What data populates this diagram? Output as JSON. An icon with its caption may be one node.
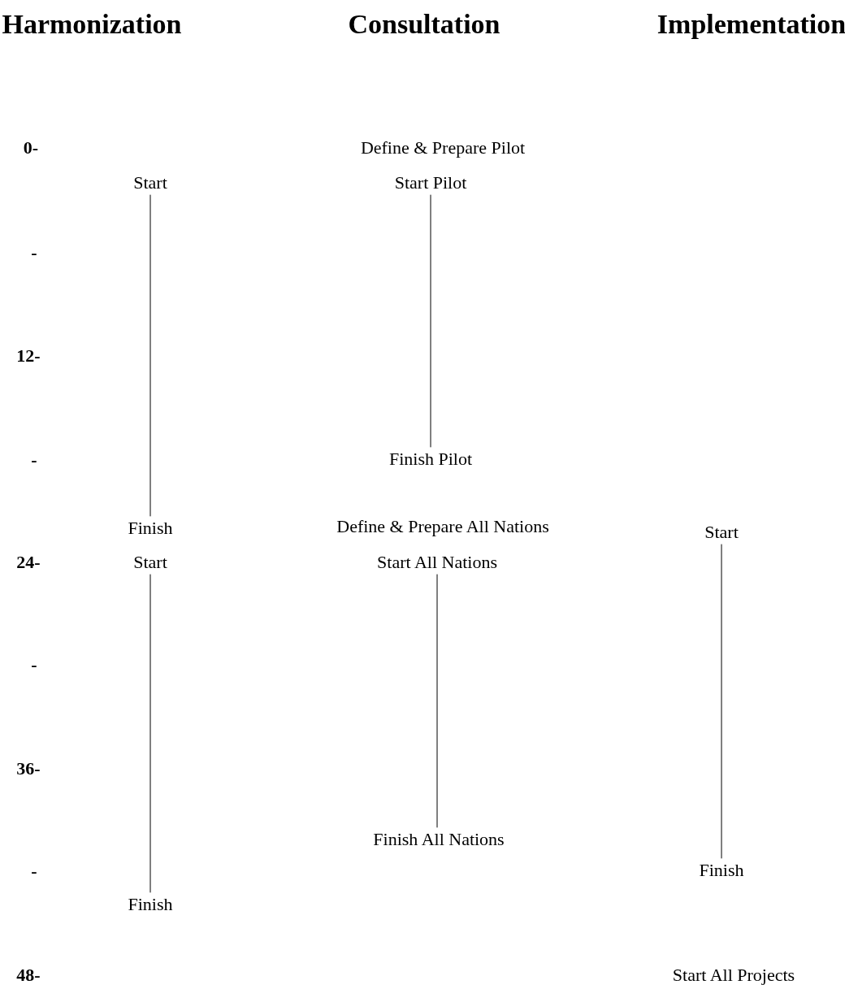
{
  "diagram": {
    "nodes": [
      {
        "text": [
          "Start"
        ]
      },
      {
        "text": [
          "Start Pilot"
        ]
      },
      {
        "text": [
          "Finish Pilot"
        ]
      },
      {
        "text": [
          "Finish"
        ]
      },
      {
        "text": [
          "Start"
        ]
      },
      {
        "text": [
          "Start"
        ]
      },
      {
        "text": [
          "Start All Nations"
        ]
      },
      {
        "text": [
          "Finish All Nations"
        ]
      },
      {
        "text": [
          "Finish"
        ]
      },
      {
        "text": [
          "Finish"
        ]
      }
    ],
    "edges": [
      {
        "from": 0,
        "to": 3,
        "arrow": "none"
      },
      {
        "from": 1,
        "to": 2,
        "arrow": "none"
      },
      {
        "from": 5,
        "to": 9,
        "arrow": "none"
      },
      {
        "from": 6,
        "to": 7,
        "arrow": "none"
      },
      {
        "from": 4,
        "to": 8,
        "arrow": "none"
      }
    ],
    "labels": [
      "Harmonization",
      "Consultation",
      "Implementation",
      "0-",
      "Define & Prepare Pilot",
      "-",
      "12-",
      "-",
      "Define & Prepare All Nations",
      "24-",
      "-",
      "36-",
      "-",
      "48-",
      "Start All Projects"
    ]
  }
}
